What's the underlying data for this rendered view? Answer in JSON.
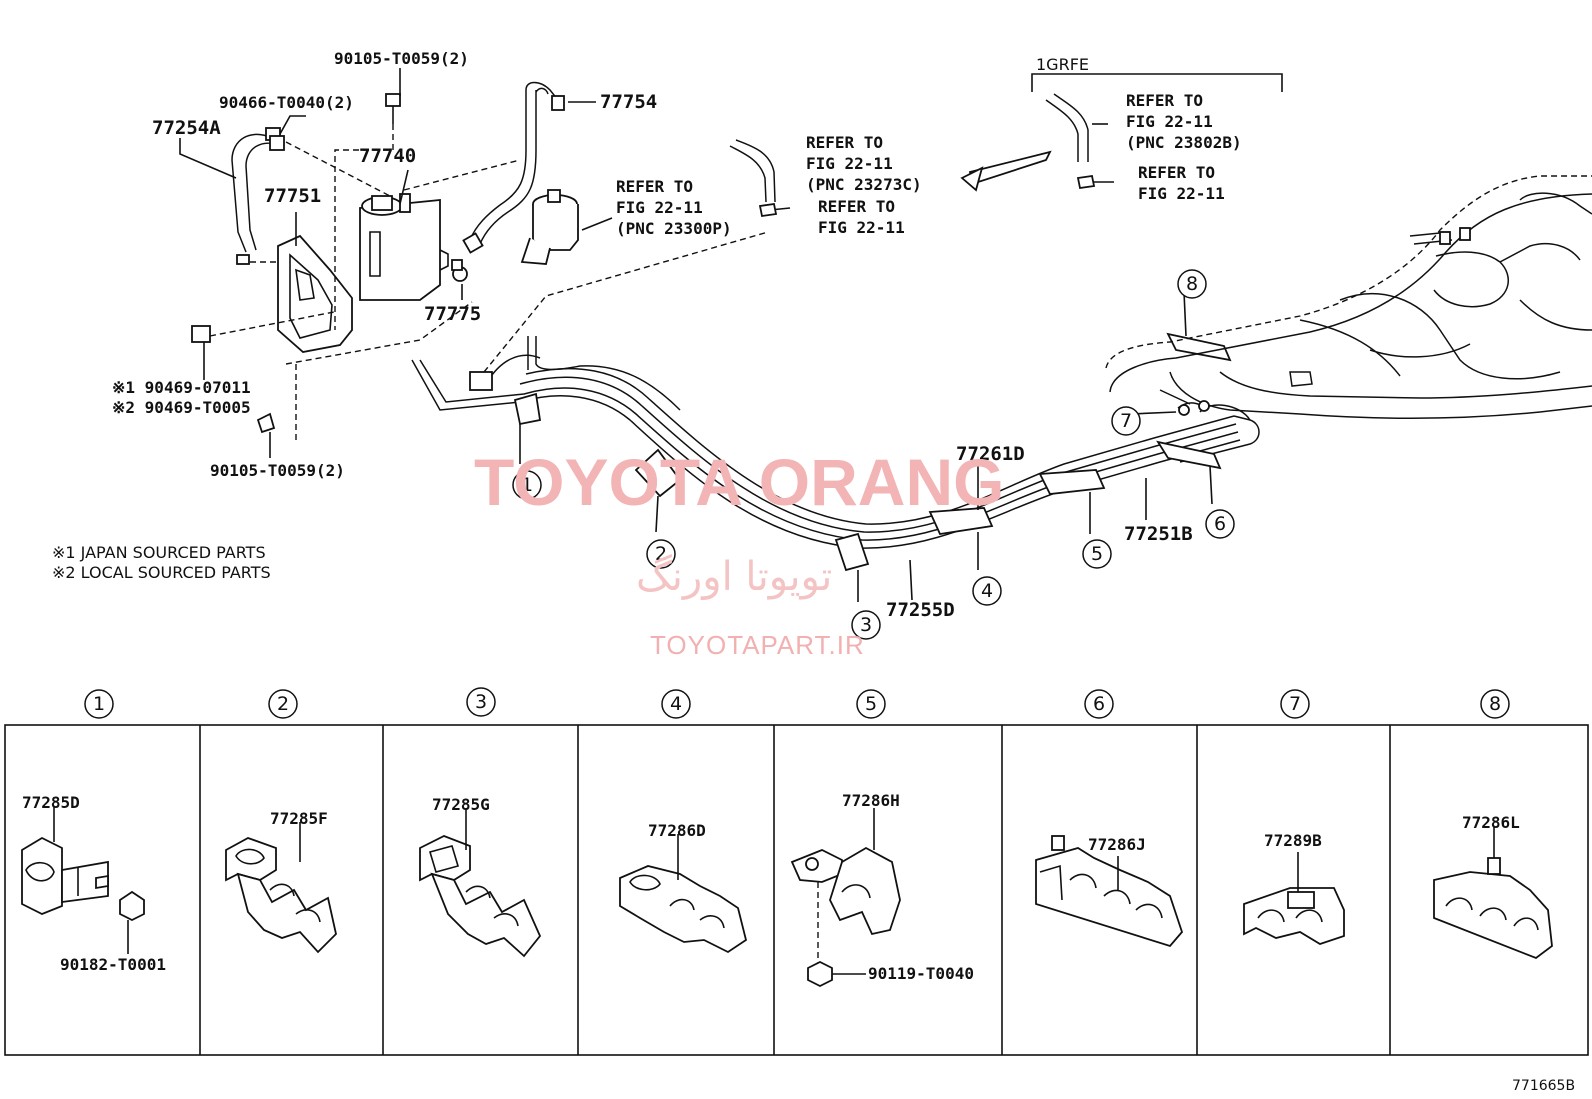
{
  "watermark": {
    "brand": "TOYOTA ORANG",
    "farsi": "تویوتا اورنگ",
    "site": "TOYOTAPART.IR"
  },
  "labels": {
    "p90105_top": "90105-T0059(2)",
    "p90466": "90466-T0040(2)",
    "p77254A": "77254A",
    "p77740": "77740",
    "p77754": "77754",
    "p77751": "77751",
    "p77775": "77775",
    "p90469a": "※1 90469-07011",
    "p90469b": "※2 90469-T0005",
    "p90105_bot": "90105-T0059(2)",
    "p77261D": "77261D",
    "p77251B": "77251B",
    "p77255D": "77255D",
    "engine": "1GRFE"
  },
  "refs": {
    "r1_l1": "REFER TO",
    "r1_l2": "FIG 22-11",
    "r1_l3": "(PNC 23300P)",
    "r2_l1": "REFER TO",
    "r2_l2": "FIG 22-11",
    "r2_l3": "(PNC 23273C)",
    "r3_l1": "REFER TO",
    "r3_l2": "FIG 22-11",
    "r4_l1": "REFER TO",
    "r4_l2": "FIG 22-11",
    "r4_l3": "(PNC 23802B)",
    "r5_l1": "REFER TO",
    "r5_l2": "FIG 22-11"
  },
  "notes": {
    "n1": "※1 JAPAN SOURCED PARTS",
    "n2": "※2 LOCAL SOURCED PARTS"
  },
  "callouts": [
    "1",
    "2",
    "3",
    "4",
    "5",
    "6",
    "7",
    "8"
  ],
  "panels": [
    {
      "num": "1",
      "part": "77285D",
      "extra": "90182-T0001"
    },
    {
      "num": "2",
      "part": "77285F"
    },
    {
      "num": "3",
      "part": "77285G"
    },
    {
      "num": "4",
      "part": "77286D"
    },
    {
      "num": "5",
      "part": "77286H",
      "extra": "90119-T0040"
    },
    {
      "num": "6",
      "part": "77286J"
    },
    {
      "num": "7",
      "part": "77289B"
    },
    {
      "num": "8",
      "part": "77286L"
    }
  ],
  "figure_code": "771665B"
}
